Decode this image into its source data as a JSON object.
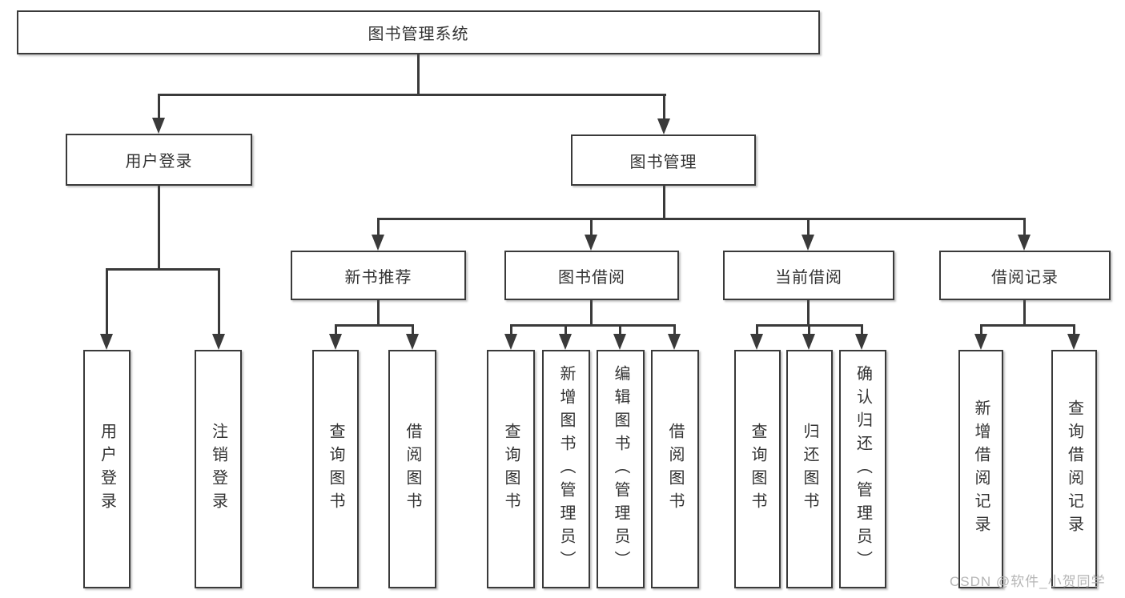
{
  "diagram": {
    "root": {
      "label": "图书管理系统"
    },
    "level2": {
      "user_login": "用户登录",
      "book_management": "图书管理"
    },
    "level3": {
      "new_book_recommend": "新书推荐",
      "book_borrowing": "图书借阅",
      "current_borrowing": "当前借阅",
      "borrowing_records": "借阅记录"
    },
    "leaves": {
      "user_login": [
        "用户登录",
        "注销登录"
      ],
      "new_book_recommend": [
        "查询图书",
        "借阅图书"
      ],
      "book_borrowing": [
        "查询图书",
        "新增图书（管理员）",
        "编辑图书（管理员）",
        "借阅图书"
      ],
      "current_borrowing": [
        "查询图书",
        "归还图书",
        "确认归还（管理员）"
      ],
      "borrowing_records": [
        "新增借阅记录",
        "查询借阅记录"
      ]
    },
    "watermark": "CSDN @软件_小贺同学",
    "colors": {
      "line": "#3a3a3a",
      "text": "#333333",
      "watermark": "#b5b5b5"
    }
  }
}
